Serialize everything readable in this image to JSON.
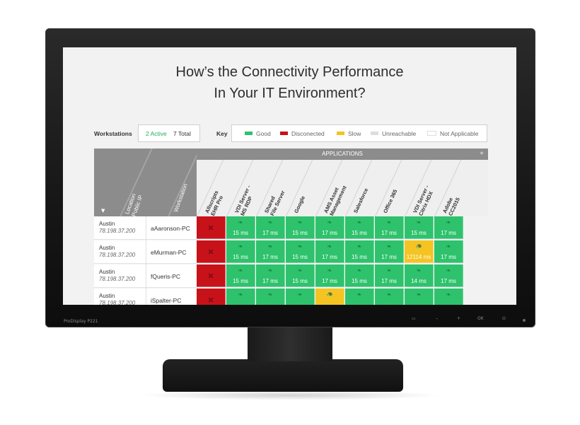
{
  "title_line1": "How’s the Connectivity Performance",
  "title_line2": "In Your IT Environment?",
  "workstations": {
    "label": "Workstations",
    "active": "2 Active",
    "total": "7 Total"
  },
  "key": {
    "label": "Key",
    "items": [
      {
        "label": "Good",
        "color": "#2ec26c"
      },
      {
        "label": "Disconected",
        "color": "#c8121a"
      },
      {
        "label": "Slow",
        "color": "#f5c322"
      },
      {
        "label": "Unreachable",
        "color": "#dddddd"
      },
      {
        "label": "Not Applicable",
        "color": "#ffffff"
      }
    ]
  },
  "headers": {
    "location": "Location\nPublic IP",
    "workstation": "Workstation",
    "applications": "APPLICATIONS",
    "plus": "+",
    "sort": "▼"
  },
  "apps": [
    "Allscripts\nEHR Pro",
    "VDI Server -\nMS RDP",
    "Shared\nFile Server",
    "Google",
    "AMS Asset\nManagement",
    "Salesforce",
    "Office 365",
    "VDI Server -\nCitrix HDX",
    "Adobe\nCC2015"
  ],
  "rows": [
    {
      "city": "Austin",
      "ip": "78.198.37.200",
      "workstation": "aAaronson-PC",
      "cells": [
        {
          "status": "disc",
          "ms": ""
        },
        {
          "status": "good",
          "ms": "15 ms"
        },
        {
          "status": "good",
          "ms": "17 ms"
        },
        {
          "status": "good",
          "ms": "15 ms"
        },
        {
          "status": "good",
          "ms": "17 ms"
        },
        {
          "status": "good",
          "ms": "15 ms"
        },
        {
          "status": "good",
          "ms": "17 ms"
        },
        {
          "status": "good",
          "ms": "15 ms"
        },
        {
          "status": "good",
          "ms": "17 ms"
        }
      ]
    },
    {
      "city": "Austin",
      "ip": "78.198.37.200",
      "workstation": "eMurman-PC",
      "cells": [
        {
          "status": "disc",
          "ms": ""
        },
        {
          "status": "good",
          "ms": "15 ms"
        },
        {
          "status": "good",
          "ms": "17 ms"
        },
        {
          "status": "good",
          "ms": "15 ms"
        },
        {
          "status": "good",
          "ms": "17 ms"
        },
        {
          "status": "good",
          "ms": "15 ms"
        },
        {
          "status": "good",
          "ms": "17 ms"
        },
        {
          "status": "slow",
          "ms": "12114 ms"
        },
        {
          "status": "good",
          "ms": "17 ms"
        }
      ]
    },
    {
      "city": "Austin",
      "ip": "78.198.37.200",
      "workstation": "fQueris-PC",
      "cells": [
        {
          "status": "disc",
          "ms": ""
        },
        {
          "status": "good",
          "ms": "15 ms"
        },
        {
          "status": "good",
          "ms": "17 ms"
        },
        {
          "status": "good",
          "ms": "15 ms"
        },
        {
          "status": "good",
          "ms": "17 ms"
        },
        {
          "status": "good",
          "ms": "15 ms"
        },
        {
          "status": "good",
          "ms": "17 ms"
        },
        {
          "status": "good",
          "ms": "14 ms"
        },
        {
          "status": "good",
          "ms": "17 ms"
        }
      ]
    },
    {
      "city": "Austin",
      "ip": "78.198.37.200",
      "workstation": "iSpalter-PC",
      "cells": [
        {
          "status": "disc",
          "ms": ""
        },
        {
          "status": "good",
          "ms": ""
        },
        {
          "status": "good",
          "ms": ""
        },
        {
          "status": "good",
          "ms": ""
        },
        {
          "status": "slow",
          "ms": ""
        },
        {
          "status": "good",
          "ms": ""
        },
        {
          "status": "good",
          "ms": ""
        },
        {
          "status": "good",
          "ms": ""
        },
        {
          "status": "good",
          "ms": ""
        }
      ]
    }
  ],
  "icons": {
    "good": "rabbit-icon",
    "slow": "turtle-icon",
    "disc": "x-icon"
  },
  "monitor": {
    "brand": "ProDisplay P221",
    "buttons": [
      "▭",
      "–",
      "+",
      "OK",
      "⏻"
    ]
  }
}
